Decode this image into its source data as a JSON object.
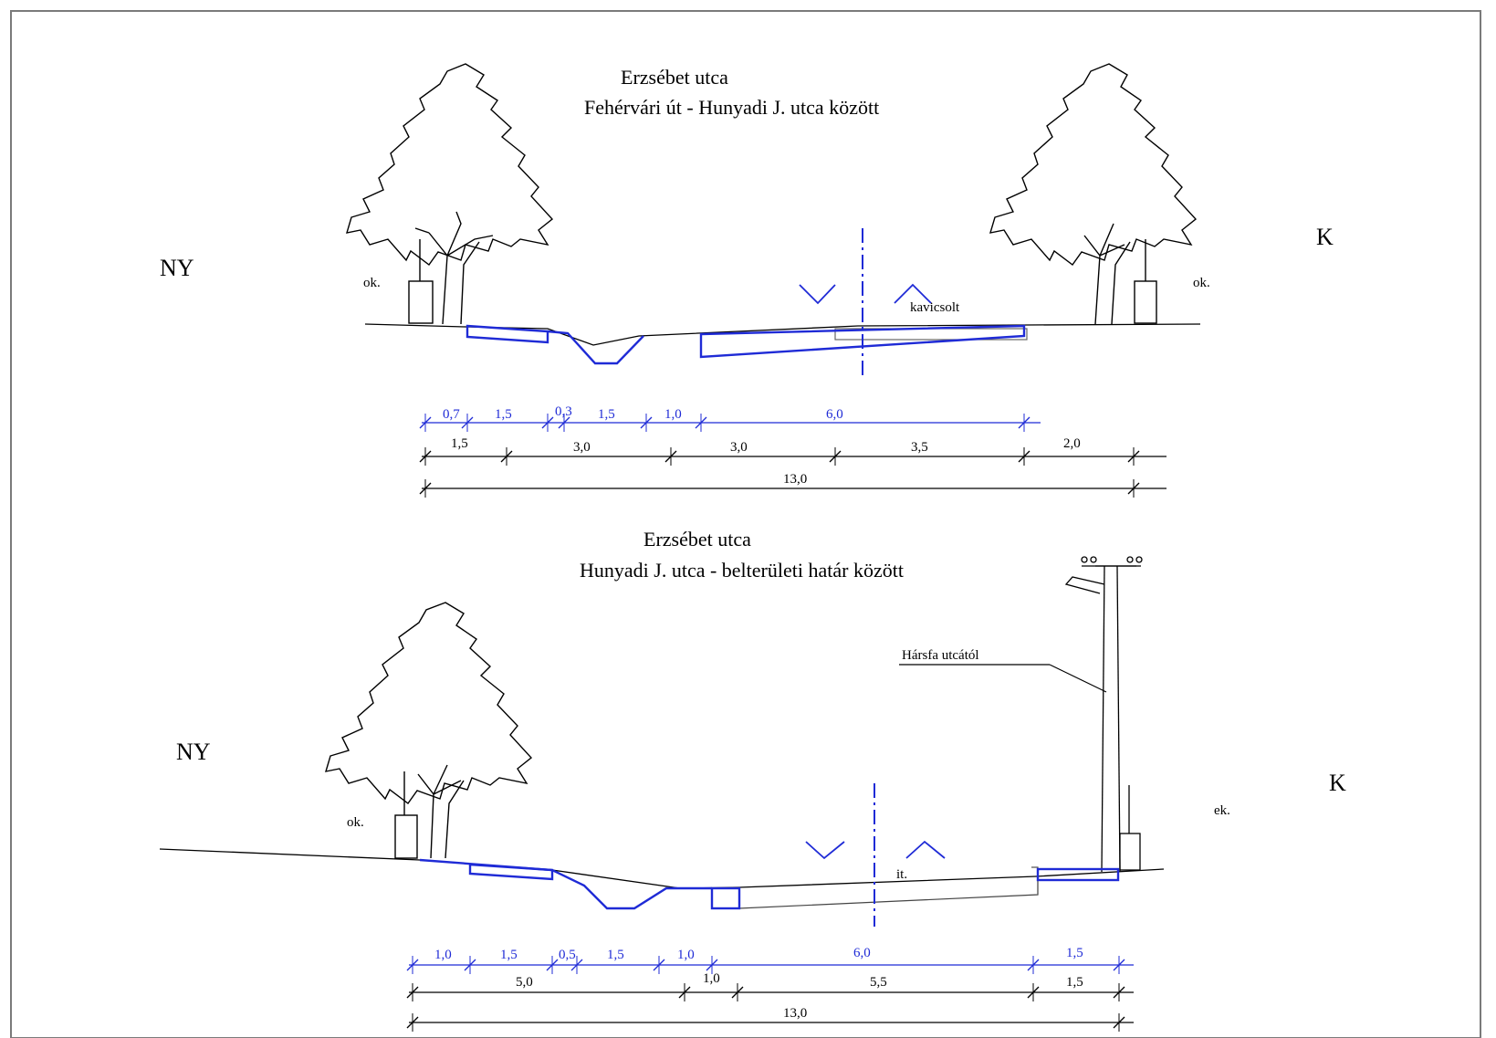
{
  "section1": {
    "title": "Erzsébet  utca",
    "subtitle": "Fehérvári út - Hunyadi J. utca között",
    "west": "NY",
    "east": "K",
    "label_ok_left": "ok.",
    "label_ok_right": "ok.",
    "label_kavicsolt": "kavicsolt",
    "dims_blue": [
      "0,7",
      "1,5",
      "0,3",
      "1,5",
      "1,0",
      "6,0"
    ],
    "dims_black": [
      "1,5",
      "3,0",
      "3,0",
      "3,5",
      "2,0"
    ],
    "total": "13,0"
  },
  "section2": {
    "title": "Erzsébet  utca",
    "subtitle": "Hunyadi J. utca - belterületi határ között",
    "west": "NY",
    "east": "K",
    "label_ok": "ok.",
    "label_ek": "ek.",
    "label_it": "it.",
    "label_harsfa": "Hársfa utcától",
    "dims_blue": [
      "1,0",
      "1,5",
      "0,5",
      "1,5",
      "1,0",
      "6,0",
      "1,5"
    ],
    "dims_black": [
      "5,0",
      "1,0",
      "5,5",
      "1,5"
    ],
    "total": "13,0"
  },
  "colors": {
    "line": "#000000",
    "design": "#1f2bd6",
    "border": "#7a7a7a"
  }
}
